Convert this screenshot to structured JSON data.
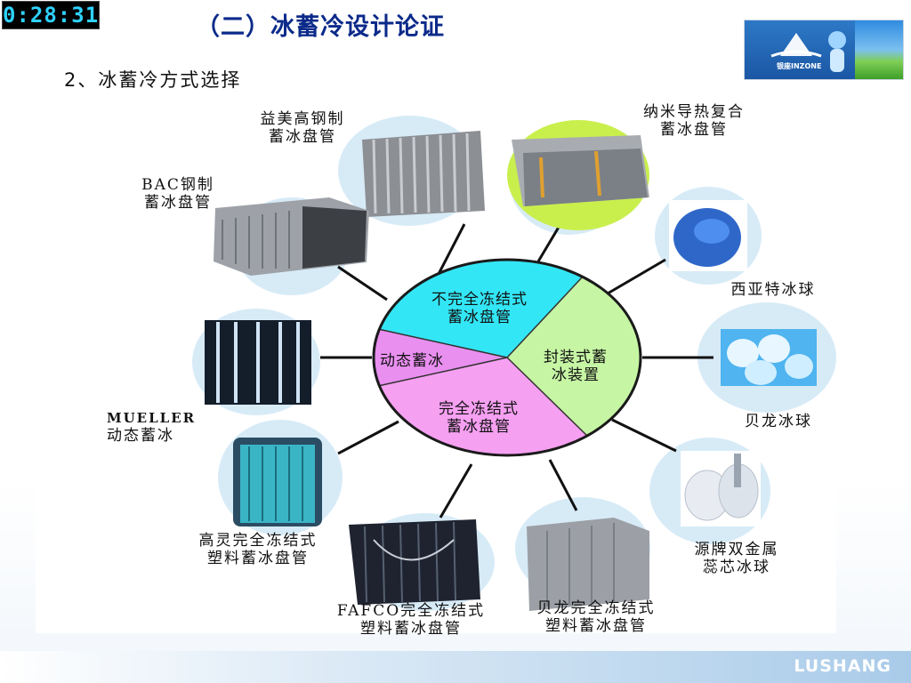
{
  "timer": "0:28:31",
  "title": "（二）冰蓄冷设计论证",
  "subtitle": "2、冰蓄冷方式选择",
  "logo": {
    "brand": "银座INZONE"
  },
  "footer_brand": "LUSHANG",
  "center": {
    "segments": [
      {
        "label_line1": "不完全冻结式",
        "label_line2": "蓄冰盘管",
        "color": "#33e6f5"
      },
      {
        "label_line1": "封装式蓄",
        "label_line2": "冰装置",
        "color": "#c6f5a4"
      },
      {
        "label_line1": "完全冻结式",
        "label_line2": "蓄冰盘管",
        "color": "#f6a0f2"
      },
      {
        "label_line1": "动态蓄冰",
        "label_line2": "",
        "color": "#e98ff0"
      }
    ]
  },
  "items": [
    {
      "line1": "益美高钢制",
      "line2": "蓄冰盘管"
    },
    {
      "line1": "BAC钢制",
      "line2": "蓄冰盘管"
    },
    {
      "line1": "纳米导热复合",
      "line2": "蓄冰盘管"
    },
    {
      "line1": "西亚特冰球",
      "line2": ""
    },
    {
      "line1": "贝龙冰球",
      "line2": ""
    },
    {
      "line1": "源牌双金属",
      "line2": "蕊芯冰球"
    },
    {
      "line1": "贝龙完全冻结式",
      "line2": "塑料蓄冰盘管"
    },
    {
      "line1": "FAFCO完全冻结式",
      "line2": "塑料蓄冰盘管"
    },
    {
      "line1": "高灵完全冻结式",
      "line2": "塑料蓄冰盘管"
    },
    {
      "line1": "MUELLER",
      "line2": "动态蓄冰"
    }
  ],
  "colors": {
    "title": "#0b2a8a",
    "halo": "#d8ecf8",
    "spoke": "#111111",
    "ellipse_stroke": "#1a1a1a"
  }
}
